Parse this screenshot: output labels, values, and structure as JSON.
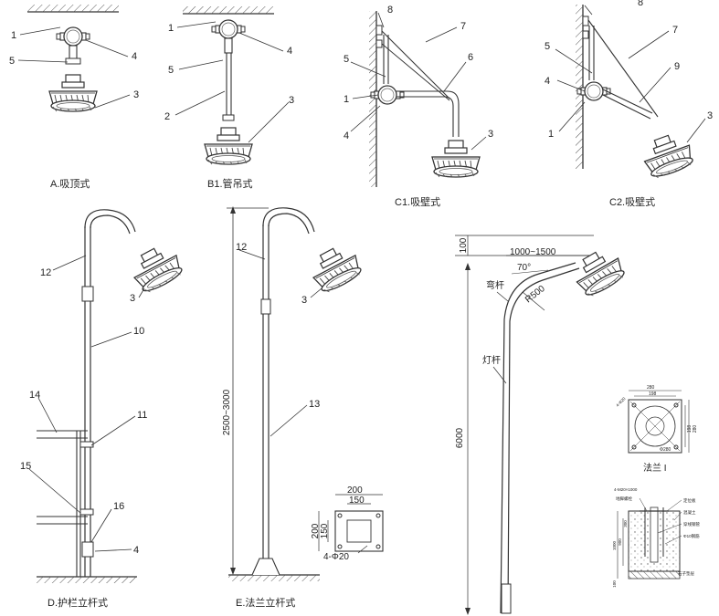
{
  "captions": {
    "a": "A.吸顶式",
    "b1": "B1.管吊式",
    "c1": "C1.吸壁式",
    "c2": "C2.吸壁式",
    "d": "D.护栏立杆式",
    "e": "E.法兰立杆式"
  },
  "callouts": {
    "n1": "1",
    "n2": "2",
    "n3": "3",
    "n4": "4",
    "n5": "5",
    "n6": "6",
    "n7": "7",
    "n8": "8",
    "n9": "9",
    "n10": "10",
    "n11": "11",
    "n12": "12",
    "n13": "13",
    "n14": "14",
    "n15": "15",
    "n16": "16"
  },
  "dimensions_e": {
    "height": "2500~3000",
    "flange_w_outer": "200",
    "flange_w_inner": "150",
    "flange_h_outer": "200",
    "flange_h_inner": "150",
    "holes": "4-Φ20"
  },
  "dimensions_f": {
    "top": "100",
    "reach": "1000~1500",
    "angle": "70°",
    "radius": "R500",
    "bent_arm": "弯杆",
    "pole": "灯杆",
    "height": "6000"
  },
  "flange_detail": {
    "d280": "280",
    "d198": "198",
    "d280h": "280",
    "d198h": "198",
    "circle": "Φ280",
    "holes": "4-Φ20",
    "title": "法兰 I"
  },
  "foundation_detail": {
    "bolts": "4-M20×1000",
    "anchor": "地脚螺栓",
    "stop_plate": "定位板",
    "concrete": "混凝土",
    "conduit": "穿线钢管",
    "rebar": "Φ10钢筋",
    "gravel": "石子垫层",
    "depth": "1000",
    "inner_depth": "900",
    "small": "300",
    "base": "100"
  }
}
